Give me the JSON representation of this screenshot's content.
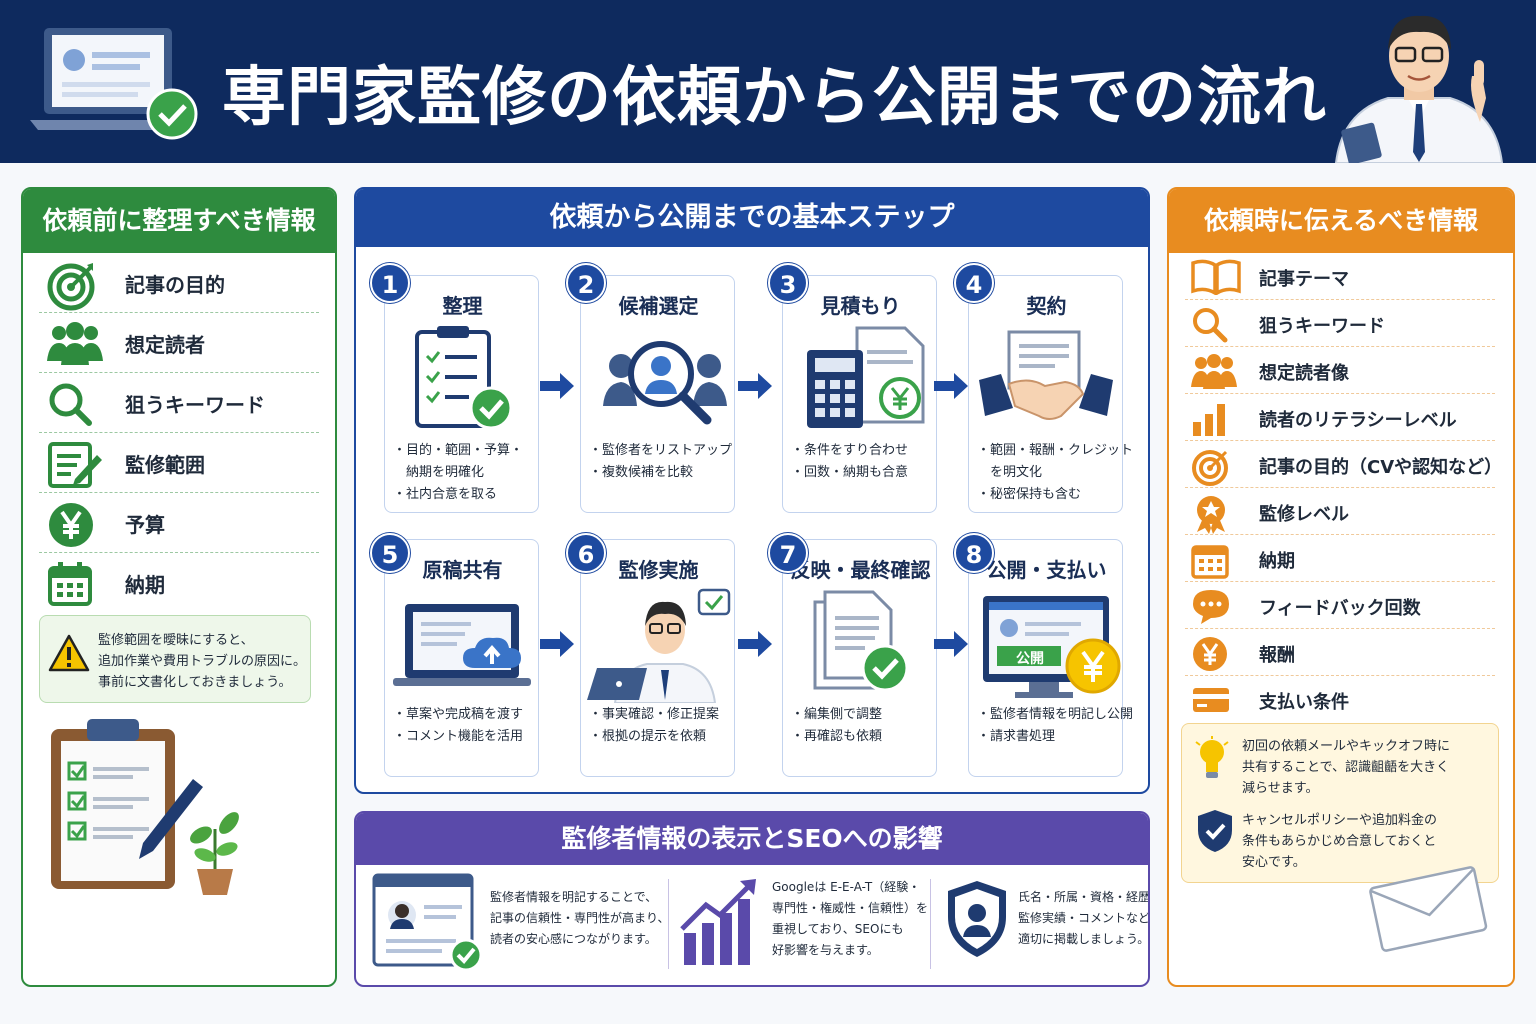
{
  "title": "専門家監修の依頼から公開までの流れ",
  "left": {
    "heading": "依頼前に整理すべき情報",
    "items": [
      {
        "label": "記事の目的",
        "icon": "target-icon"
      },
      {
        "label": "想定読者",
        "icon": "people-icon"
      },
      {
        "label": "狙うキーワード",
        "icon": "search-icon"
      },
      {
        "label": "監修範囲",
        "icon": "edit-doc-icon"
      },
      {
        "label": "予算",
        "icon": "yen-icon"
      },
      {
        "label": "納期",
        "icon": "calendar-icon"
      }
    ],
    "warning": [
      "監修範囲を曖昧にすると、",
      "追加作業や費用トラブルの原因に。",
      "事前に文書化しておきましょう。"
    ]
  },
  "steps": {
    "heading": "依頼から公開までの基本ステップ",
    "items": [
      {
        "num": "1",
        "title": "整理",
        "icon": "clipboard-check-icon",
        "bullets": [
          "・目的・範囲・予算・",
          "　納期を明確化",
          "・社内合意を取る"
        ]
      },
      {
        "num": "2",
        "title": "候補選定",
        "icon": "people-search-icon",
        "bullets": [
          "・監修者をリストアップ",
          "・複数候補を比較"
        ]
      },
      {
        "num": "3",
        "title": "見積もり",
        "icon": "calculator-icon",
        "bullets": [
          "・条件をすり合わせ",
          "・回数・納期も合意"
        ]
      },
      {
        "num": "4",
        "title": "契約",
        "icon": "handshake-icon",
        "bullets": [
          "・範囲・報酬・クレジット",
          "　を明文化",
          "・秘密保持も含む"
        ]
      },
      {
        "num": "5",
        "title": "原稿共有",
        "icon": "laptop-upload-icon",
        "bullets": [
          "・草案や完成稿を渡す",
          "・コメント機能を活用"
        ]
      },
      {
        "num": "6",
        "title": "監修実施",
        "icon": "doctor-laptop-icon",
        "bullets": [
          "・事実確認・修正提案",
          "・根拠の提示を依頼"
        ]
      },
      {
        "num": "7",
        "title": "反映・最終確認",
        "icon": "document-check-icon",
        "bullets": [
          "・編集側で調整",
          "・再確認も依頼"
        ]
      },
      {
        "num": "8",
        "title": "公開・支払い",
        "icon": "monitor-publish-icon",
        "badge": "公開",
        "bullets": [
          "・監修者情報を明記し公開",
          "・請求書処理"
        ]
      }
    ]
  },
  "seo": {
    "heading": "監修者情報の表示とSEOへの影響",
    "blocks": [
      [
        "監修者情報を明記することで、",
        "記事の信頼性・専門性が高まり、",
        "読者の安心感につながります。"
      ],
      [
        "Googleは E-E-A-T（経験・",
        "専門性・権威性・信頼性）を",
        "重視しており、SEOにも",
        "好影響を与えます。"
      ],
      [
        "氏名・所属・資格・経歴・",
        "監修実績・コメントなどを",
        "適切に掲載しましょう。"
      ]
    ]
  },
  "right": {
    "heading": "依頼時に伝えるべき情報",
    "items": [
      {
        "label": "記事テーマ",
        "icon": "book-icon"
      },
      {
        "label": "狙うキーワード",
        "icon": "search-icon"
      },
      {
        "label": "想定読者像",
        "icon": "people-icon"
      },
      {
        "label": "読者のリテラシーレベル",
        "icon": "bar-chart-icon"
      },
      {
        "label": "記事の目的（CVや認知など）",
        "icon": "target-icon"
      },
      {
        "label": "監修レベル",
        "icon": "medal-icon"
      },
      {
        "label": "納期",
        "icon": "calendar-icon"
      },
      {
        "label": "フィードバック回数",
        "icon": "chat-icon"
      },
      {
        "label": "報酬",
        "icon": "yen-icon"
      },
      {
        "label": "支払い条件",
        "icon": "card-icon"
      }
    ],
    "tip1": [
      "初回の依頼メールやキックオフ時に",
      "共有することで、認識齟齬を大きく",
      "減らせます。"
    ],
    "tip2": [
      "キャンセルポリシーや追加料金の",
      "条件もあらかじめ合意しておくと",
      "安心です。"
    ]
  },
  "colors": {
    "navy": "#0e2a5e",
    "green": "#2e8b3e",
    "blue": "#1e4aa0",
    "purple": "#5a4aaa",
    "orange": "#e88c20"
  }
}
